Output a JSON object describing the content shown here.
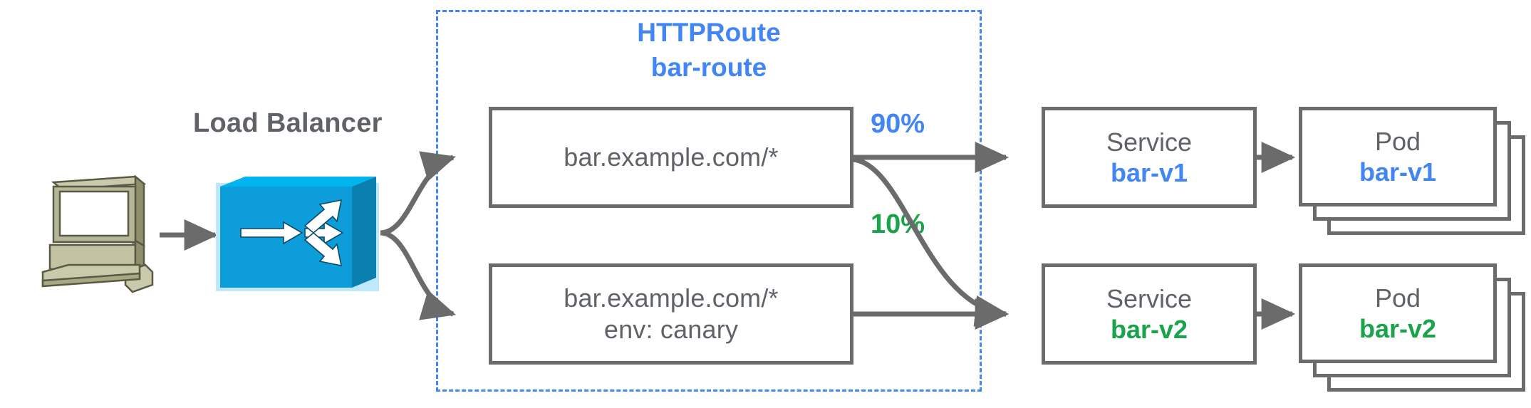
{
  "diagram": {
    "title": "Gateway API HTTPRoute canary traffic split",
    "colors": {
      "blue": "#4285f4",
      "green": "#1aa34a",
      "gray_text": "#5f6368",
      "box_stroke": "#6b6b6b",
      "lb_body": "#0d9ddb",
      "lb_top": "#00b4f0",
      "lb_side": "#0b7fb0",
      "computer_case": "#a8a884",
      "computer_light": "#c3c3a4",
      "computer_screen": "#ffffff"
    }
  },
  "client": {
    "icon": "computer-workstation-icon",
    "label": ""
  },
  "load_balancer": {
    "label": "Load Balancer",
    "icon": "load-balancer-switch-icon"
  },
  "httproute_group": {
    "kind": "HTTPRoute",
    "name": "bar-route"
  },
  "rules": [
    {
      "id": "rule-default",
      "lines": [
        "bar.example.com/*"
      ]
    },
    {
      "id": "rule-canary",
      "lines": [
        "bar.example.com/*",
        "env: canary"
      ]
    }
  ],
  "weights": [
    {
      "id": "weight-90",
      "value": "90%",
      "color": "#4285f4"
    },
    {
      "id": "weight-10",
      "value": "10%",
      "color": "#1aa34a"
    }
  ],
  "services": [
    {
      "id": "service-bar-v1",
      "kind": "Service",
      "name": "bar-v1",
      "color": "#4285f4"
    },
    {
      "id": "service-bar-v2",
      "kind": "Service",
      "name": "bar-v2",
      "color": "#1aa34a"
    }
  ],
  "pods": [
    {
      "id": "pod-bar-v1",
      "kind": "Pod",
      "name": "bar-v1",
      "color": "#4285f4",
      "replicas": 3
    },
    {
      "id": "pod-bar-v2",
      "kind": "Pod",
      "name": "bar-v2",
      "color": "#1aa34a",
      "replicas": 3
    }
  ]
}
